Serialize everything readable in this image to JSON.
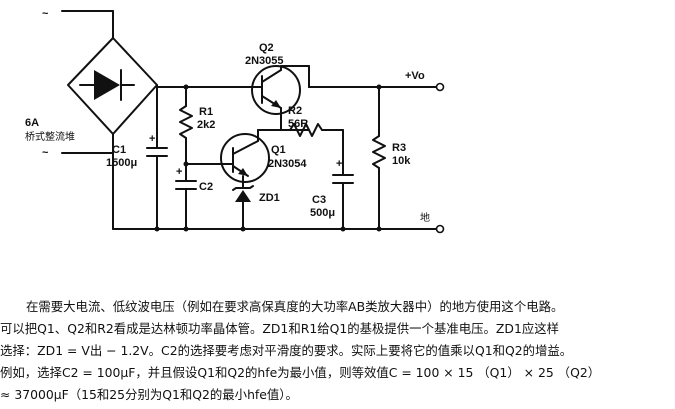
{
  "schematic": {
    "ac_in_top": "~",
    "ac_in_bottom": "~",
    "bridge_current": "6A",
    "bridge_name": "桥式整流堆",
    "c1": {
      "ref": "C1",
      "value": "1500μ"
    },
    "r1": {
      "ref": "R1",
      "value": "2k2"
    },
    "c2": {
      "ref": "C2"
    },
    "q2": {
      "ref": "Q2",
      "part": "2N3055"
    },
    "q1": {
      "ref": "Q1",
      "part": "2N3054"
    },
    "r2": {
      "ref": "R2",
      "value": "56R"
    },
    "zd1": {
      "ref": "ZD1"
    },
    "c3": {
      "ref": "C3",
      "value": "500μ"
    },
    "r3": {
      "ref": "R3",
      "value": "10k"
    },
    "out_pos": "+Vo",
    "out_gnd": "地",
    "plus_sign": "+"
  },
  "description": {
    "line1": "在需要大电流、低纹波电压（例如在要求高保真度的大功率AB类放大器中）的地方使用这个电路。",
    "line2": "可以把Q1、Q2和R2看成是达林顿功率晶体管。ZD1和R1给Q1的基极提供一个基准电压。ZD1应这样",
    "line3": "选择：ZD1 = V出 − 1.2V。C2的选择要考虑对平滑度的要求。实际上要将它的值乘以Q1和Q2的增益。",
    "line4": "例如，选择C2 = 100μF，并且假设Q1和Q2的hfe为最小值，则等效值C = 100 × 15 （Q1） × 25 （Q2）",
    "line5": "≈ 37000μF（15和25分别为Q1和Q2的最小hfe值）。"
  }
}
